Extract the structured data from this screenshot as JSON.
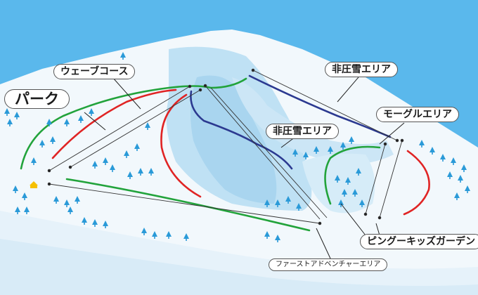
{
  "labels": {
    "park": "パーク",
    "wave_course": "ウェーブコース",
    "hiatsu_top": "非圧雪エリア",
    "hiatsu_mid": "非圧雪エリア",
    "mogul": "モーグルエリア",
    "kids_garden": "ピングーキッズガーデン",
    "first_adventure": "ファーストアドベンチャーエリア"
  },
  "colors": {
    "sky": "#5ab8ec",
    "snow": "#f2f8fc",
    "slope_shade": "#bfe1f4",
    "run_green": "#22a33b",
    "run_red": "#e02424",
    "run_blue": "#2b3990",
    "lift": "#333333",
    "tree": "#2a9ad8",
    "lodge": "#f6c000"
  }
}
